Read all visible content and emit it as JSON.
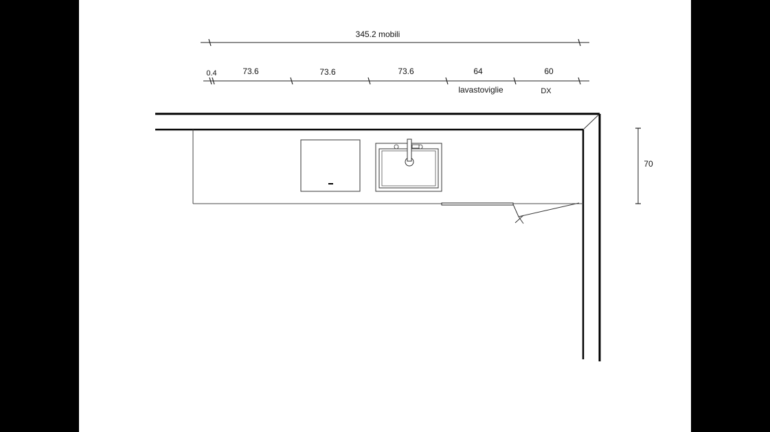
{
  "drawing": {
    "overall_label": "345.2 mobili",
    "segments": [
      {
        "value": "0.4"
      },
      {
        "value": "73.6"
      },
      {
        "value": "73.6"
      },
      {
        "value": "73.6"
      },
      {
        "value": "64",
        "note": "lavastoviglie"
      },
      {
        "value": "60",
        "note": "DX"
      }
    ],
    "depth_label": "70"
  }
}
